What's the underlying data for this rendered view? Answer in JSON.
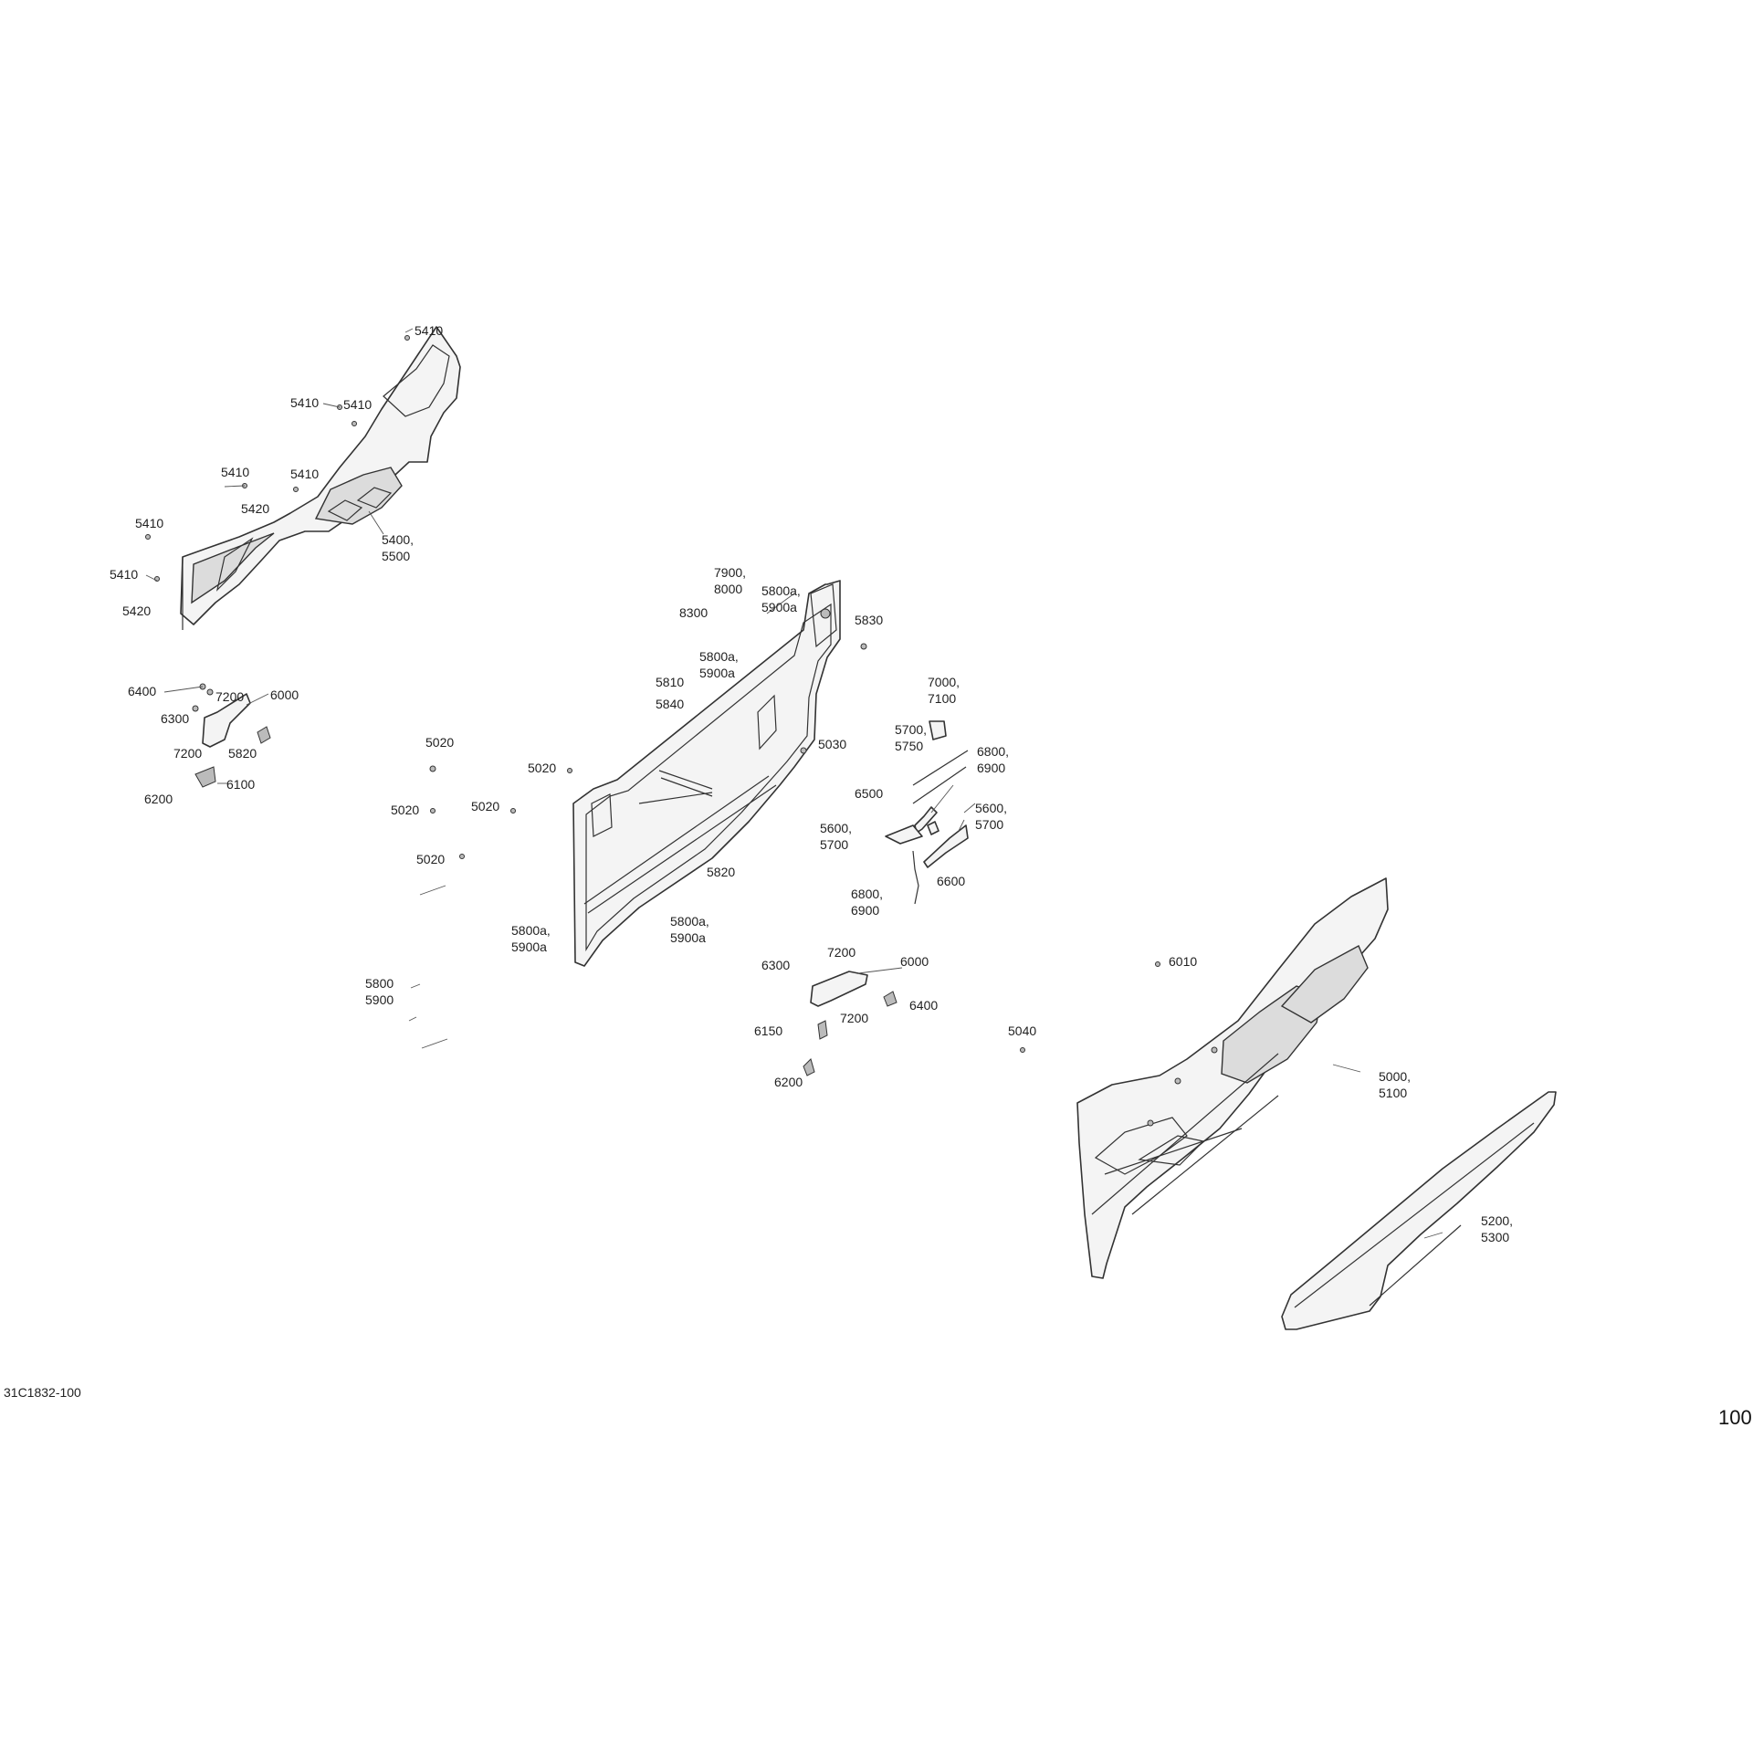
{
  "diagram": {
    "reference_code": "31C1832-100",
    "page_number": "100",
    "callouts": [
      {
        "id": "c1",
        "lines": [
          "5410"
        ]
      },
      {
        "id": "c2",
        "lines": [
          "5410"
        ]
      },
      {
        "id": "c3",
        "lines": [
          "5410"
        ]
      },
      {
        "id": "c4",
        "lines": [
          "5410"
        ]
      },
      {
        "id": "c5",
        "lines": [
          "5410"
        ]
      },
      {
        "id": "c6",
        "lines": [
          "5420"
        ]
      },
      {
        "id": "c7",
        "lines": [
          "5410"
        ]
      },
      {
        "id": "c8",
        "lines": [
          "5410"
        ]
      },
      {
        "id": "c9",
        "lines": [
          "5420"
        ]
      },
      {
        "id": "c10",
        "lines": [
          "5400,",
          "5500"
        ]
      },
      {
        "id": "c11",
        "lines": [
          "6400"
        ]
      },
      {
        "id": "c12",
        "lines": [
          "7200"
        ]
      },
      {
        "id": "c13",
        "lines": [
          "6000"
        ]
      },
      {
        "id": "c14",
        "lines": [
          "6300"
        ]
      },
      {
        "id": "c15",
        "lines": [
          "7200"
        ]
      },
      {
        "id": "c16",
        "lines": [
          "5820"
        ]
      },
      {
        "id": "c17",
        "lines": [
          "6100"
        ]
      },
      {
        "id": "c18",
        "lines": [
          "6200"
        ]
      },
      {
        "id": "c19",
        "lines": [
          "5020"
        ]
      },
      {
        "id": "c20",
        "lines": [
          "5020"
        ]
      },
      {
        "id": "c21",
        "lines": [
          "5020"
        ]
      },
      {
        "id": "c22",
        "lines": [
          "5020"
        ]
      },
      {
        "id": "c23",
        "lines": [
          "5020"
        ]
      },
      {
        "id": "c24",
        "lines": [
          "5800",
          "5900"
        ]
      },
      {
        "id": "c25",
        "lines": [
          "7900,",
          "8000"
        ]
      },
      {
        "id": "c26",
        "lines": [
          "5800a,",
          "5900a"
        ]
      },
      {
        "id": "c27",
        "lines": [
          "8300"
        ]
      },
      {
        "id": "c28",
        "lines": [
          "5830"
        ]
      },
      {
        "id": "c29",
        "lines": [
          "5800a,",
          "5900a"
        ]
      },
      {
        "id": "c30",
        "lines": [
          "5810"
        ]
      },
      {
        "id": "c31",
        "lines": [
          "5840"
        ]
      },
      {
        "id": "c32",
        "lines": [
          "5030"
        ]
      },
      {
        "id": "c33",
        "lines": [
          "5820"
        ]
      },
      {
        "id": "c34",
        "lines": [
          "5800a,",
          "5900a"
        ]
      },
      {
        "id": "c35",
        "lines": [
          "5800a,",
          "5900a"
        ]
      },
      {
        "id": "c36",
        "lines": [
          "7000,",
          "7100"
        ]
      },
      {
        "id": "c37",
        "lines": [
          "5700,",
          "5750"
        ]
      },
      {
        "id": "c38",
        "lines": [
          "6800,",
          "6900"
        ]
      },
      {
        "id": "c39",
        "lines": [
          "6500"
        ]
      },
      {
        "id": "c40",
        "lines": [
          "5600,",
          "5700"
        ]
      },
      {
        "id": "c41",
        "lines": [
          "5600,",
          "5700"
        ]
      },
      {
        "id": "c42",
        "lines": [
          "6600"
        ]
      },
      {
        "id": "c43",
        "lines": [
          "6800,",
          "6900"
        ]
      },
      {
        "id": "c44",
        "lines": [
          "6300"
        ]
      },
      {
        "id": "c45",
        "lines": [
          "7200"
        ]
      },
      {
        "id": "c46",
        "lines": [
          "6000"
        ]
      },
      {
        "id": "c47",
        "lines": [
          "6400"
        ]
      },
      {
        "id": "c48",
        "lines": [
          "7200"
        ]
      },
      {
        "id": "c49",
        "lines": [
          "6150"
        ]
      },
      {
        "id": "c50",
        "lines": [
          "6200"
        ]
      },
      {
        "id": "c51",
        "lines": [
          "5040"
        ]
      },
      {
        "id": "c52",
        "lines": [
          "6010"
        ]
      },
      {
        "id": "c53",
        "lines": [
          "5000,",
          "5100"
        ]
      },
      {
        "id": "c54",
        "lines": [
          "5200,",
          "5300"
        ]
      }
    ]
  }
}
